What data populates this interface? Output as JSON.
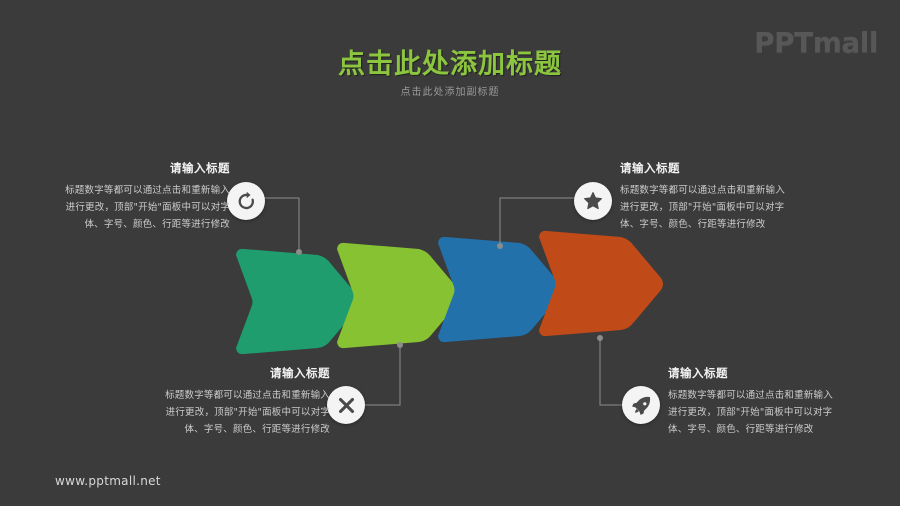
{
  "slide": {
    "title": "点击此处添加标题",
    "subtitle": "点击此处添加副标题",
    "title_color": "#8cc63f",
    "background_color": "#3b3b3b"
  },
  "logo": {
    "text_upper": "PPT",
    "text_lower": "mall",
    "color": "#575757"
  },
  "footer": {
    "url": "www.pptmall.net"
  },
  "arrows": [
    {
      "name": "arrow-1",
      "color": "#1f9d6e"
    },
    {
      "name": "arrow-2",
      "color": "#86c232"
    },
    {
      "name": "arrow-3",
      "color": "#2271ab"
    },
    {
      "name": "arrow-4",
      "color": "#c04a18"
    }
  ],
  "blocks": [
    {
      "id": "top-left",
      "heading": "请输入标题",
      "lines": [
        "标题数字等都可以通过点击和重新输入",
        "进行更改，顶部\"开始\"面板中可以对字",
        "体、字号、颜色、行距等进行修改"
      ],
      "icon": "refresh-icon"
    },
    {
      "id": "top-right",
      "heading": "请输入标题",
      "lines": [
        "标题数字等都可以通过点击和重新输入",
        "进行更改，顶部\"开始\"面板中可以对字",
        "体、字号、颜色、行距等进行修改"
      ],
      "icon": "star-icon"
    },
    {
      "id": "bottom-left",
      "heading": "请输入标题",
      "lines": [
        "标题数字等都可以通过点击和重新输入",
        "进行更改，顶部\"开始\"面板中可以对字",
        "体、字号、颜色、行距等进行修改"
      ],
      "icon": "close-icon"
    },
    {
      "id": "bottom-right",
      "heading": "请输入标题",
      "lines": [
        "标题数字等都可以通过点击和重新输入",
        "进行更改，顶部\"开始\"面板中可以对字",
        "体、字号、颜色、行距等进行修改"
      ],
      "icon": "rocket-icon"
    }
  ]
}
